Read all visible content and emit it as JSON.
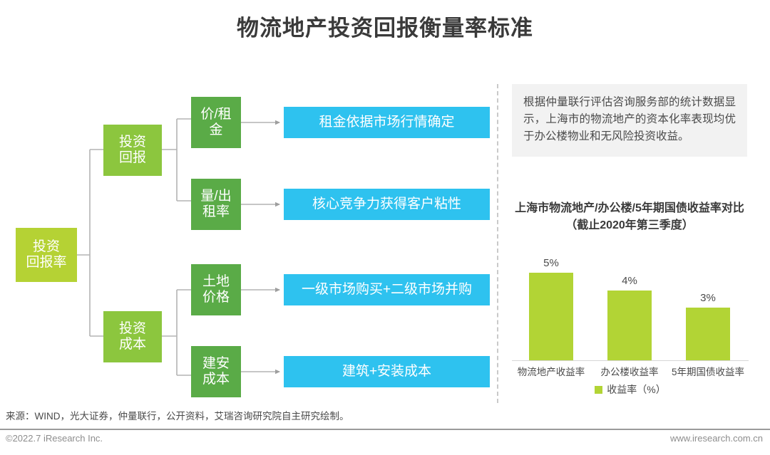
{
  "title": "物流地产投资回报衡量率标准",
  "flow": {
    "root": {
      "label": "投资\n回报率",
      "color": "#b5d234"
    },
    "branches": [
      {
        "label": "投资\n回报",
        "color": "#8cc63e",
        "children": [
          {
            "label": "价/租\n金",
            "color": "#5aab47",
            "detail": "租金依据市场行情确定",
            "detail_color": "#2ec2ef"
          },
          {
            "label": "量/出\n租率",
            "color": "#5aab47",
            "detail": "核心竞争力获得客户粘性",
            "detail_color": "#2ec2ef"
          }
        ]
      },
      {
        "label": "投资\n成本",
        "color": "#8cc63e",
        "children": [
          {
            "label": "土地\n价格",
            "color": "#5aab47",
            "detail": "一级市场购买+二级市场并购",
            "detail_color": "#2ec2ef"
          },
          {
            "label": "建安\n成本",
            "color": "#5aab47",
            "detail": "建筑+安装成本",
            "detail_color": "#2ec2ef"
          }
        ]
      }
    ]
  },
  "note": "根据仲量联行评估咨询服务部的统计数据显示，上海市的物流地产的资本化率表现均优于办公楼物业和无风险投资收益。",
  "chart_data": {
    "type": "bar",
    "title": "上海市物流地产/办公楼/5年期国债收益率对比（截止2020年第三季度）",
    "categories": [
      "物流地产收益率",
      "办公楼收益率",
      "5年期国债收益率"
    ],
    "values": [
      5,
      4,
      3
    ],
    "value_labels": [
      "5%",
      "4%",
      "3%"
    ],
    "series": [
      {
        "name": "收益率（%）",
        "values": [
          5,
          4,
          3
        ],
        "color": "#b2d435"
      }
    ],
    "legend": [
      "收益率（%）"
    ],
    "legend_position": "bottom",
    "xlabel": "",
    "ylabel": "",
    "ylim": [
      0,
      6.5
    ],
    "grid": false
  },
  "source": "来源：WIND，光大证券，仲量联行，公开资料，艾瑞咨询研究院自主研究绘制。",
  "footer": {
    "copyright": "©2022.7 iResearch Inc.",
    "website": "www.iresearch.com.cn"
  }
}
